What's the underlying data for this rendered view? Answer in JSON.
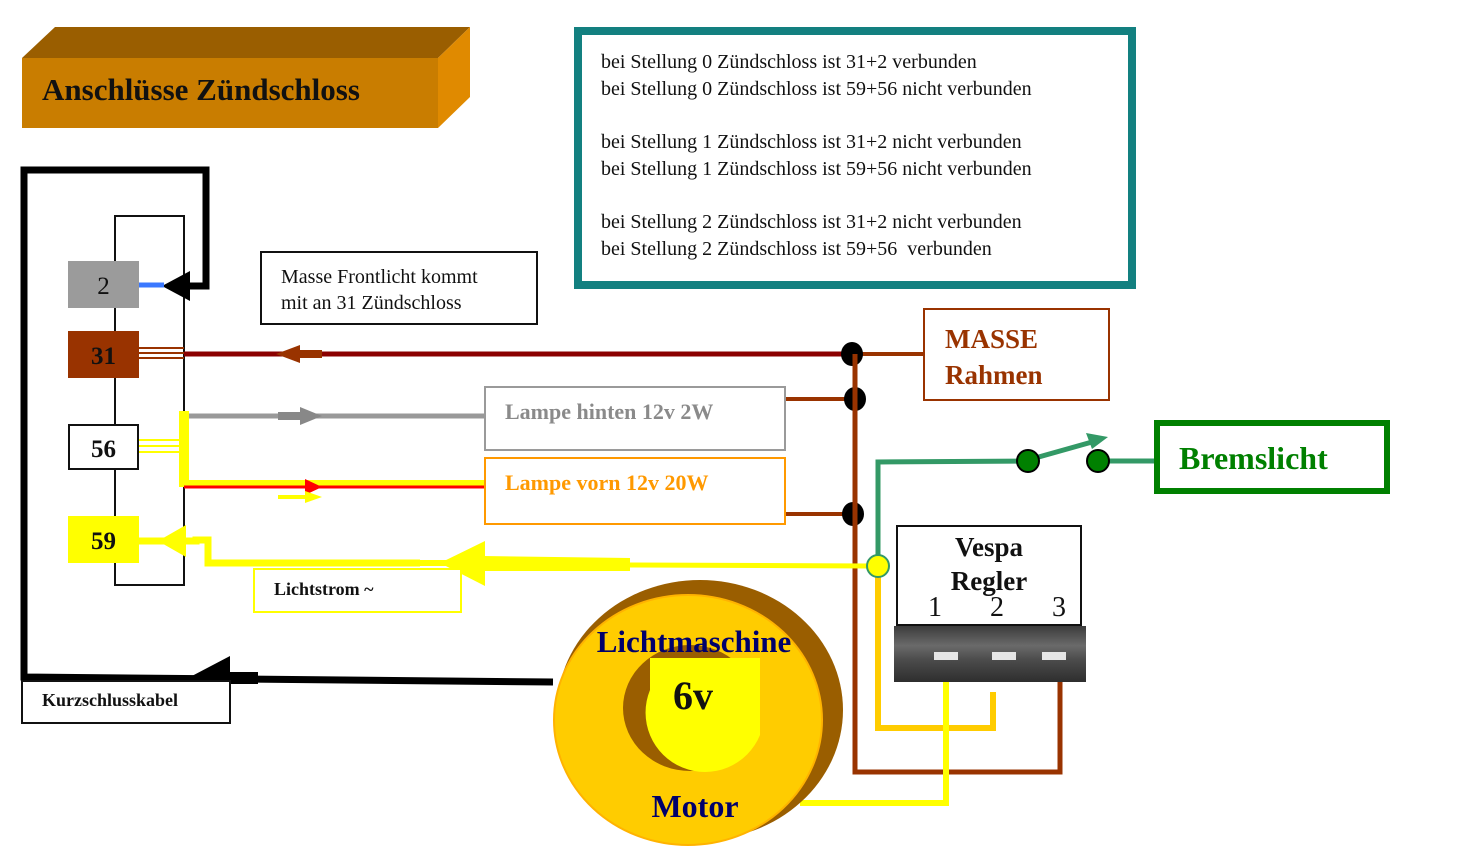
{
  "title": "Anschlüsse Zündschloss",
  "info_box": {
    "groups": [
      [
        "bei Stellung 0 Zündschloss ist 31+2 verbunden",
        "bei Stellung 0 Zündschloss ist 59+56 nicht verbunden"
      ],
      [
        "bei Stellung 1 Zündschloss ist 31+2 nicht verbunden",
        "bei Stellung 1 Zündschloss ist 59+56 nicht verbunden"
      ],
      [
        "bei Stellung 2 Zündschloss ist 31+2 nicht verbunden",
        "bei Stellung 2 Zündschloss ist 59+56  verbunden"
      ]
    ]
  },
  "note": {
    "line1": "Masse Frontlicht kommt",
    "line2": "mit an 31 Zündschloss"
  },
  "terminals": {
    "t2": "2",
    "t31": "31",
    "t56": "56",
    "t59": "59"
  },
  "components": {
    "masse": {
      "line1": "MASSE",
      "line2": "Rahmen"
    },
    "lamp_rear": "Lampe hinten 12v 2W",
    "lamp_front": "Lampe vorn 12v 20W",
    "brake_light": "Bremslicht",
    "light_current": "Lichtstrom ~",
    "short_cable": "Kurzschlusskabel",
    "regulator": {
      "line1": "Vespa",
      "line2": "Regler",
      "pins": [
        "1",
        "2",
        "3"
      ]
    },
    "generator": {
      "top": "Lichtmaschine",
      "voltage": "6v",
      "bottom": "Motor"
    }
  },
  "colors": {
    "title_front": "#c97d00",
    "title_top": "#9a5e00",
    "title_side": "#e08a00",
    "info_border": "#138080",
    "ground": "#993300",
    "ground_dark": "#8b0000",
    "brake_green": "#008000",
    "brake_wire": "#339966",
    "yellow": "#ffff00",
    "amber": "#ffcc00",
    "red": "#ff0000",
    "grey": "#999999",
    "blue": "#3a78ff"
  }
}
